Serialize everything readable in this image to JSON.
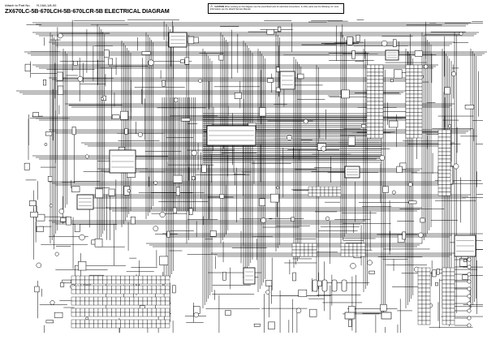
{
  "header": {
    "attach_label": "Attach to Part No.",
    "part_no": "YL16A-1/8-00",
    "title": "ZX670LC-5B·670LCH-5B·670LCR-5B ELECTRICAL DIAGRAM"
  },
  "caution": {
    "heading": "CAUTION",
    "text": "When working on this diagram use the prescribed tools for electrical connections. In other parts use the following, for more information see the Hitachi Service Manual."
  },
  "colors": {
    "line": "#000000",
    "background": "#ffffff"
  }
}
